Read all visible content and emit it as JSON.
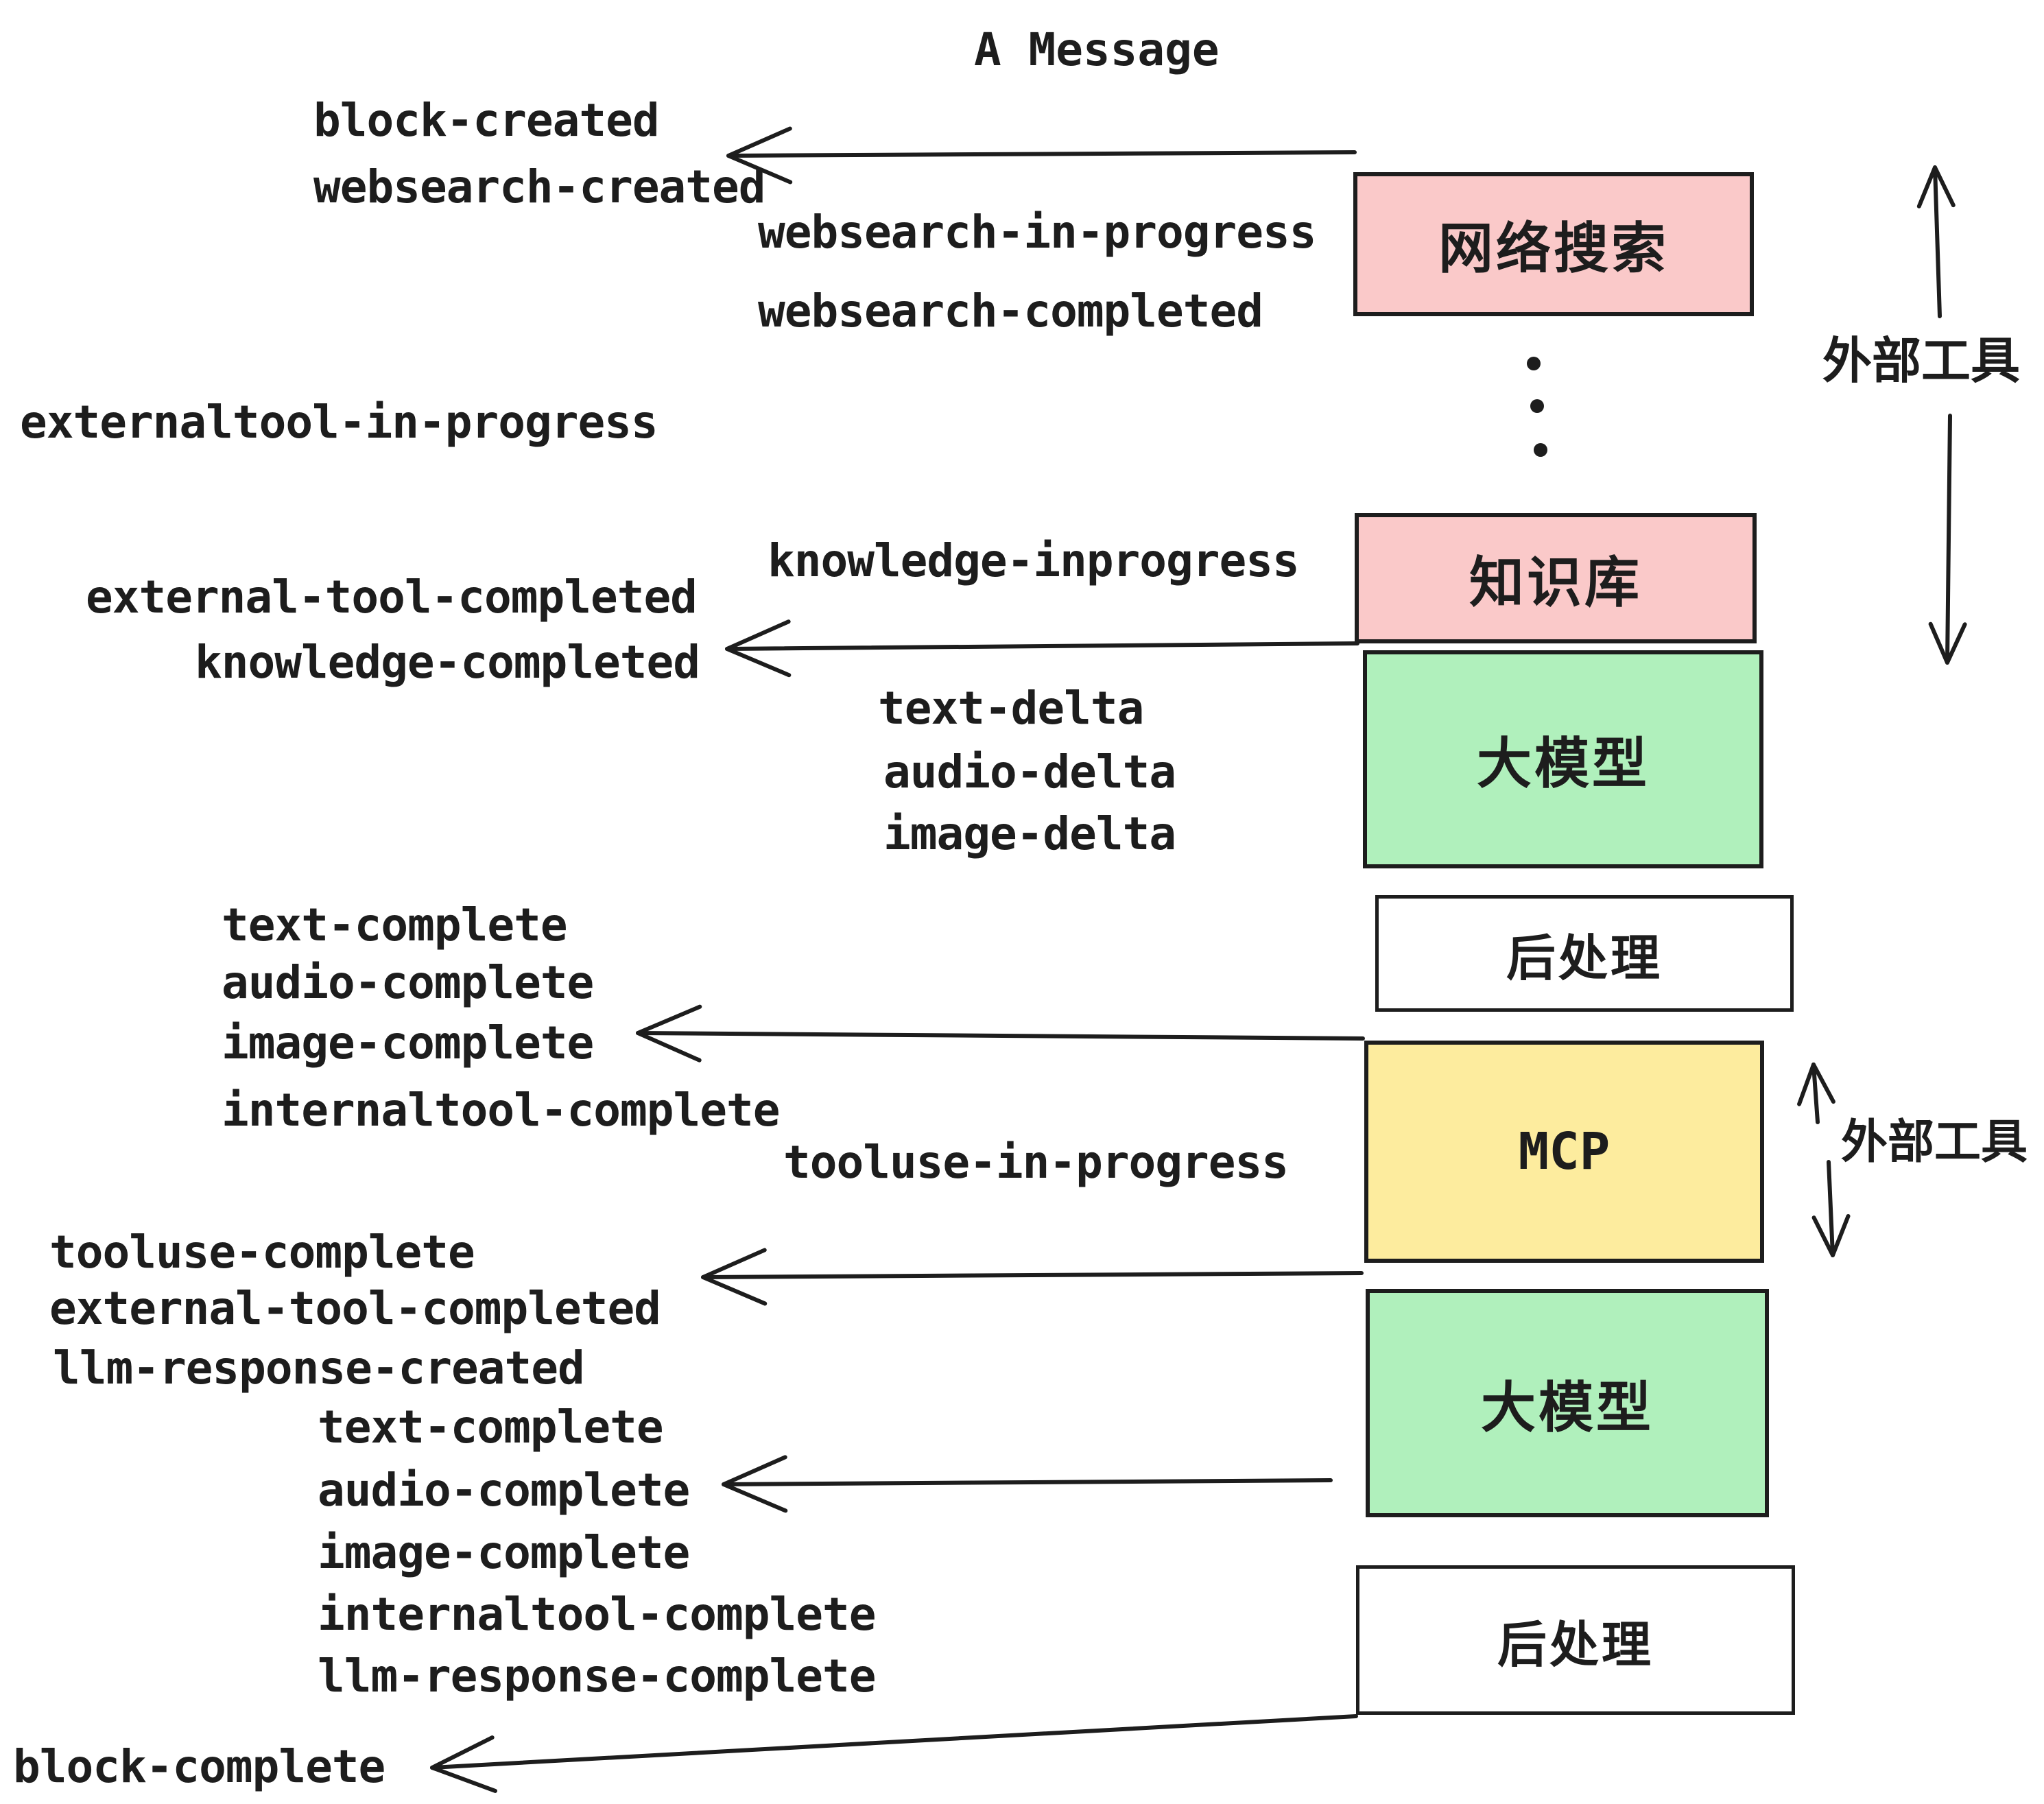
{
  "title": "A Message",
  "colors": {
    "pink": "#FAC9C9",
    "green": "#B0F0BC",
    "yellow": "#FDEC9E",
    "white": "#FFFFFF",
    "ink": "#1D1D1D",
    "paper": "#FFFFFF"
  },
  "boxes": [
    {
      "label": "网络搜索"
    },
    {
      "label": "知识库"
    },
    {
      "label": "大模型"
    },
    {
      "label": "后处理"
    },
    {
      "label": "MCP"
    },
    {
      "label": "大模型"
    },
    {
      "label": "后处理"
    }
  ],
  "side_labels": [
    {
      "label": "外部工具"
    },
    {
      "label": "外部工具"
    }
  ],
  "events": [
    {
      "label": "block-created"
    },
    {
      "label": "websearch-created"
    },
    {
      "label": "websearch-in-progress"
    },
    {
      "label": "websearch-completed"
    },
    {
      "label": "externaltool-in-progress"
    },
    {
      "label": "knowledge-inprogress"
    },
    {
      "label": "external-tool-completed"
    },
    {
      "label": "knowledge-completed"
    },
    {
      "label": "text-delta"
    },
    {
      "label": "audio-delta"
    },
    {
      "label": "image-delta"
    },
    {
      "label": "text-complete"
    },
    {
      "label": "audio-complete"
    },
    {
      "label": "image-complete"
    },
    {
      "label": "internaltool-complete"
    },
    {
      "label": "tooluse-in-progress"
    },
    {
      "label": "tooluse-complete"
    },
    {
      "label": "external-tool-completed"
    },
    {
      "label": "llm-response-created"
    },
    {
      "label": "text-complete"
    },
    {
      "label": "audio-complete"
    },
    {
      "label": "image-complete"
    },
    {
      "label": "internaltool-complete"
    },
    {
      "label": "llm-response-complete"
    },
    {
      "label": "block-complete"
    }
  ]
}
